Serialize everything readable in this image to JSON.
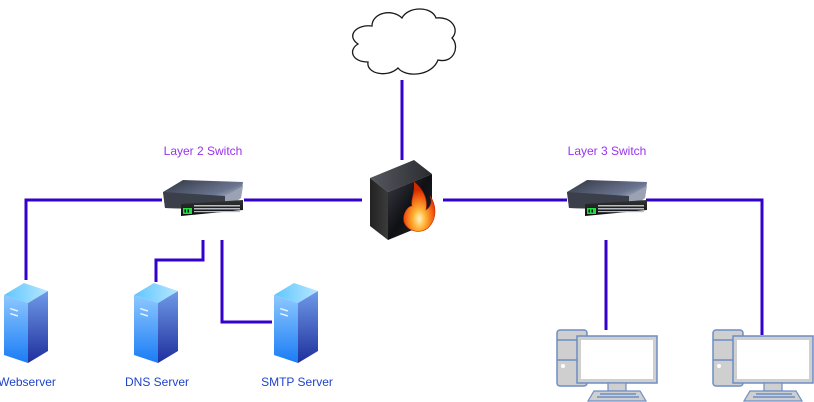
{
  "diagram": {
    "title": "",
    "colors": {
      "link": "#3300cc",
      "switch_label": "#9933ee",
      "server_label": "#1f44cc",
      "background": "#ffffff"
    },
    "nodes": [
      {
        "id": "internet",
        "type": "cloud",
        "label": "",
        "icon": "cloud-icon"
      },
      {
        "id": "firewall",
        "type": "firewall",
        "label": "",
        "icon": "firewall-icon"
      },
      {
        "id": "l2switch",
        "type": "switch",
        "label": "Layer 2 Switch",
        "icon": "network-switch-icon"
      },
      {
        "id": "l3switch",
        "type": "switch",
        "label": "Layer 3 Switch",
        "icon": "network-switch-icon"
      },
      {
        "id": "webserver",
        "type": "server",
        "label": "Webserver",
        "icon": "server-icon"
      },
      {
        "id": "dns",
        "type": "server",
        "label": "DNS Server",
        "icon": "server-icon"
      },
      {
        "id": "smtp",
        "type": "server",
        "label": "SMTP Server",
        "icon": "server-icon"
      },
      {
        "id": "pc1",
        "type": "workstation",
        "label": "",
        "icon": "desktop-computer-icon"
      },
      {
        "id": "pc2",
        "type": "workstation",
        "label": "",
        "icon": "desktop-computer-icon"
      }
    ],
    "links": [
      {
        "from": "internet",
        "to": "firewall"
      },
      {
        "from": "l2switch",
        "to": "firewall"
      },
      {
        "from": "firewall",
        "to": "l3switch"
      },
      {
        "from": "l2switch",
        "to": "webserver"
      },
      {
        "from": "l2switch",
        "to": "dns"
      },
      {
        "from": "l2switch",
        "to": "smtp"
      },
      {
        "from": "l3switch",
        "to": "pc1"
      },
      {
        "from": "l3switch",
        "to": "pc2"
      }
    ]
  },
  "labels": {
    "l2switch": "Layer 2 Switch",
    "l3switch": "Layer 3 Switch",
    "webserver": "Webserver",
    "dns": "DNS Server",
    "smtp": "SMTP Server"
  }
}
